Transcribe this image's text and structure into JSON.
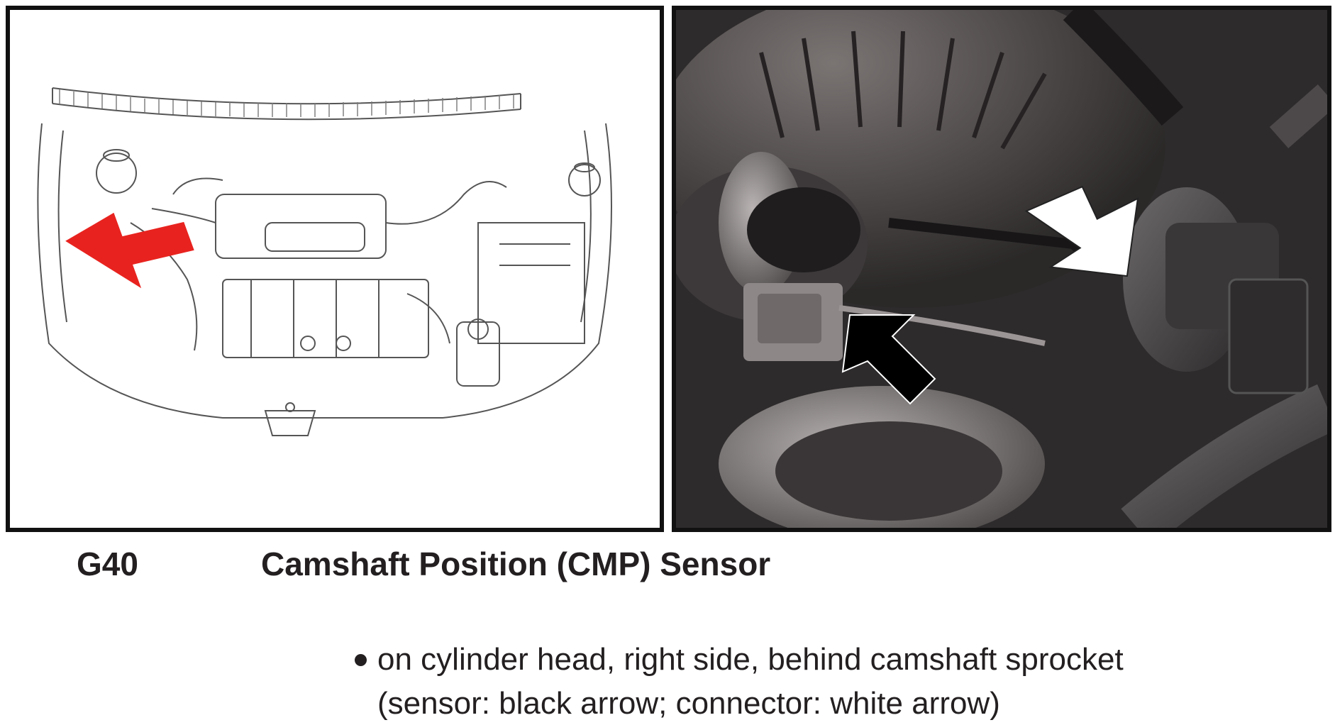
{
  "caption": {
    "code": "G40",
    "title": "Camshaft Position (CMP) Sensor"
  },
  "description": {
    "line1": "on cylinder head, right side, behind camshaft sprocket",
    "line2": "(sensor: black arrow; connector: white arrow)"
  },
  "colors": {
    "red_arrow": "#e8231f",
    "black_arrow": "#000000",
    "white_arrow": "#ffffff"
  }
}
